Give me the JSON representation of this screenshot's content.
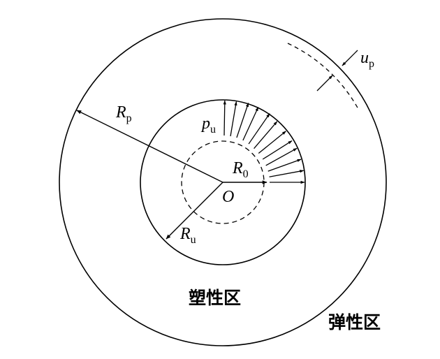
{
  "labels": {
    "outer_radius": {
      "main": "R",
      "sub": "p"
    },
    "support_pressure": {
      "main": "p",
      "sub": "u"
    },
    "tunnel_radius": {
      "main": "R",
      "sub": "0"
    },
    "center": "O",
    "plastic_radius": {
      "main": "R",
      "sub": "u"
    },
    "displacement": {
      "main": "u",
      "sub": "p"
    },
    "plastic_zone": "塑性区",
    "elastic_zone": "弹性区"
  },
  "colors": {
    "ink": "#000000",
    "background": "#ffffff"
  }
}
